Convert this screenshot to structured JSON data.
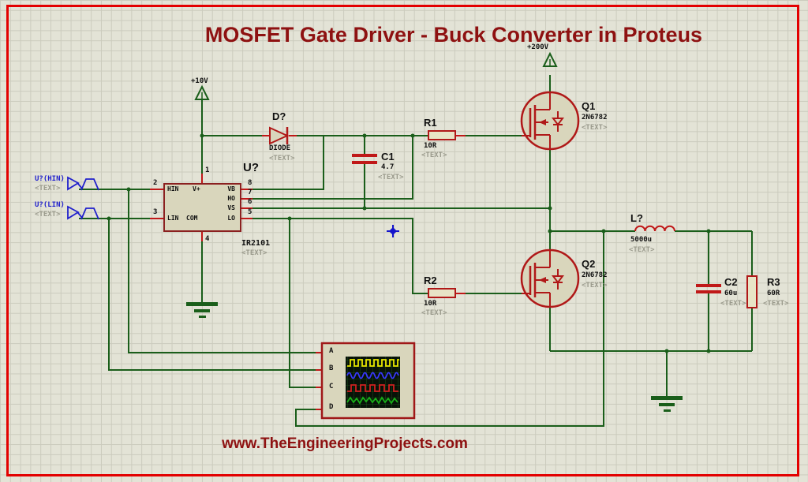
{
  "title": "MOSFET Gate Driver - Buck Converter in Proteus",
  "footer": "www.TheEngineeringProjects.com",
  "power": {
    "vcc_label": "+10V",
    "bus_label": "+200V"
  },
  "sources": {
    "hin": {
      "ref": "U?(HIN)",
      "text": "<TEXT>"
    },
    "lin": {
      "ref": "U?(LIN)",
      "text": "<TEXT>"
    }
  },
  "ic": {
    "ref": "U?",
    "part": "IR2101",
    "text": "<TEXT>",
    "pins": {
      "hin": {
        "num": "2",
        "label": "HIN"
      },
      "lin": {
        "num": "3",
        "label": "LIN"
      },
      "vplus": {
        "num": "1",
        "label": "V+"
      },
      "com": {
        "num": "4",
        "label": "COM"
      },
      "vb": {
        "num": "8",
        "label": "VB"
      },
      "ho": {
        "num": "7",
        "label": "HO"
      },
      "vs": {
        "num": "6",
        "label": "VS"
      },
      "lo": {
        "num": "5",
        "label": "LO"
      }
    }
  },
  "components": {
    "d1": {
      "ref": "D?",
      "value": "DIODE",
      "text": "<TEXT>"
    },
    "c1": {
      "ref": "C1",
      "value": "4.7",
      "text": "<TEXT>"
    },
    "r1": {
      "ref": "R1",
      "value": "10R",
      "text": "<TEXT>"
    },
    "q1": {
      "ref": "Q1",
      "value": "2N6782",
      "text": "<TEXT>"
    },
    "r2": {
      "ref": "R2",
      "value": "10R",
      "text": "<TEXT>"
    },
    "q2": {
      "ref": "Q2",
      "value": "2N6782",
      "text": "<TEXT>"
    },
    "l1": {
      "ref": "L?",
      "value": "5000u",
      "text": "<TEXT>"
    },
    "c2": {
      "ref": "C2",
      "value": "60u",
      "text": "<TEXT>"
    },
    "r3": {
      "ref": "R3",
      "value": "60R",
      "text": "<TEXT>"
    }
  },
  "oscilloscope": {
    "channels": [
      "A",
      "B",
      "C",
      "D"
    ]
  },
  "colors": {
    "wire": "#1a5e1a",
    "component": "#b01818",
    "title": "#8e1111",
    "annotation": "#9a9a8c",
    "source_label": "#2020cc",
    "cursor": "#1414cc"
  }
}
